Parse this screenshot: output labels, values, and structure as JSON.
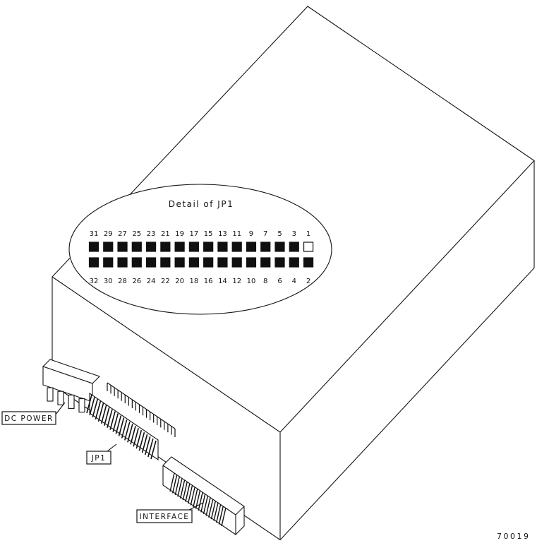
{
  "figure_number": "70019",
  "detail": {
    "title": "Detail of JP1",
    "open_pin": "1",
    "pins_top": [
      "31",
      "29",
      "27",
      "25",
      "23",
      "21",
      "19",
      "17",
      "15",
      "13",
      "11",
      "9",
      "7",
      "5",
      "3",
      "1"
    ],
    "pins_bottom": [
      "32",
      "30",
      "28",
      "26",
      "24",
      "22",
      "20",
      "18",
      "16",
      "14",
      "12",
      "10",
      "8",
      "6",
      "4",
      "2"
    ]
  },
  "labels": {
    "dc_power": "DC POWER",
    "jp1": "JP1",
    "interface": "INTERFACE"
  },
  "colors": {
    "line": "#141414",
    "background": "#ffffff",
    "pin_fill": "#101010"
  }
}
